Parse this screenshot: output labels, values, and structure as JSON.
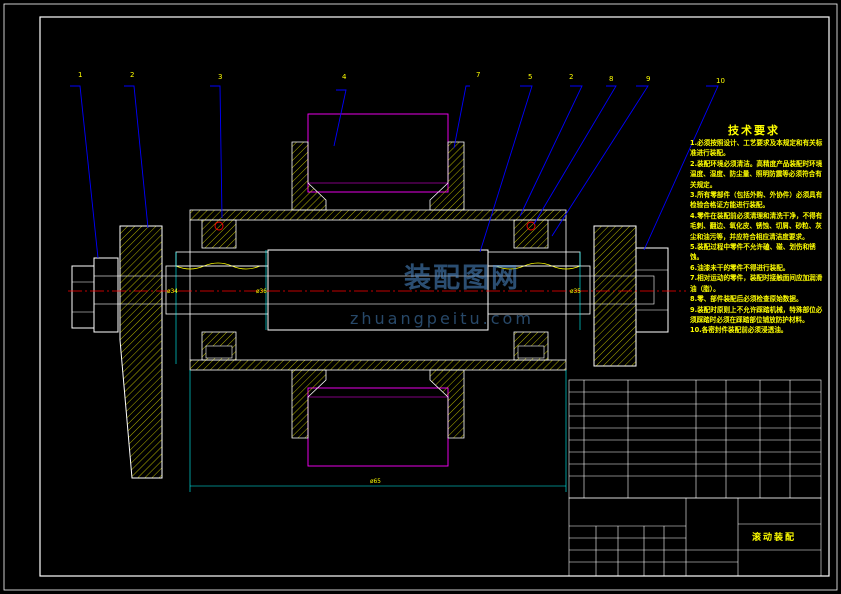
{
  "balloons": [
    "1",
    "2",
    "3",
    "4",
    "7",
    "5",
    "2",
    "8",
    "9",
    "10"
  ],
  "dim_labels": {
    "overall_length": "ø65",
    "left_a": "ø34",
    "left_b": "ø36",
    "right": "ø35"
  },
  "tech": {
    "title": "技术要求",
    "items": [
      "1.必须按照设计、工艺要求及本规定和有关标准进行装配。",
      "2.装配环境必须清洁。高精度产品装配时环境温度、湿度、防尘量、照明防震等必须符合有关规定。",
      "3.所有零部件（包括外购、外协件）必须具有检验合格证方能进行装配。",
      "4.零件在装配前必须清理和清洗干净，不得有毛刺、翻边、氧化皮、锈蚀、切屑、砂粒、灰尘和油污等，并应符合相应清洁度要求。",
      "5.装配过程中零件不允许磕、碰、划伤和锈蚀。",
      "6.油漆未干的零件不得进行装配。",
      "7.相对运动的零件，装配时接触面间应加润滑油（脂）。",
      "8.零、部件装配后必须检查原始数据。",
      "9.装配时原则上不允许踩踏机械，特殊部位必须踩踏时必须在踩踏部位铺放防护材料。",
      "10.各密封件装配前必须浸透油。"
    ]
  },
  "watermark": {
    "brand": "装配图网",
    "url": "zhuangpeitu.com"
  },
  "title_block": {
    "part_name": "滚动装配"
  },
  "colors": {
    "background": "#000000",
    "frame": "#ffffff",
    "section_hatch": "#ffff00",
    "leader": "#0000ff",
    "centerline": "#ff0000",
    "gear_outline": "#ff00ff",
    "dimension": "#00ffff",
    "text": "#ffff00",
    "watermark": "#4f8fd0"
  }
}
